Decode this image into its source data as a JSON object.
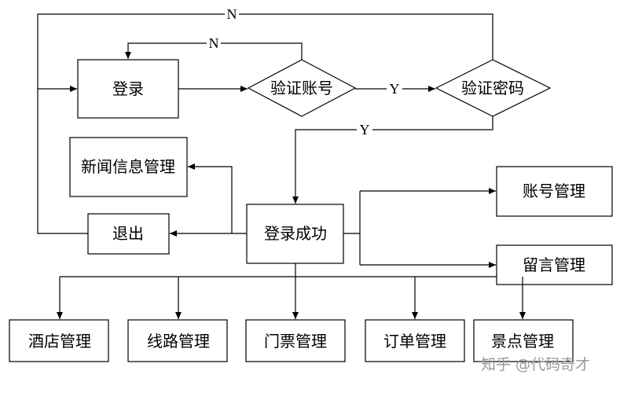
{
  "nodes": {
    "login": "登录",
    "verify_account": "验证账号",
    "verify_password": "验证密码",
    "news_mgmt": "新闻信息管理",
    "logout": "退出",
    "login_success": "登录成功",
    "account_mgmt": "账号管理",
    "message_mgmt": "留言管理",
    "hotel_mgmt": "酒店管理",
    "route_mgmt": "线路管理",
    "ticket_mgmt": "门票管理",
    "order_mgmt": "订单管理",
    "scenic_mgmt": "景点管理"
  },
  "edge_labels": {
    "password_no": "N",
    "account_no": "N",
    "account_yes": "Y",
    "password_yes": "Y"
  },
  "watermark": "知乎 @代码奇才"
}
